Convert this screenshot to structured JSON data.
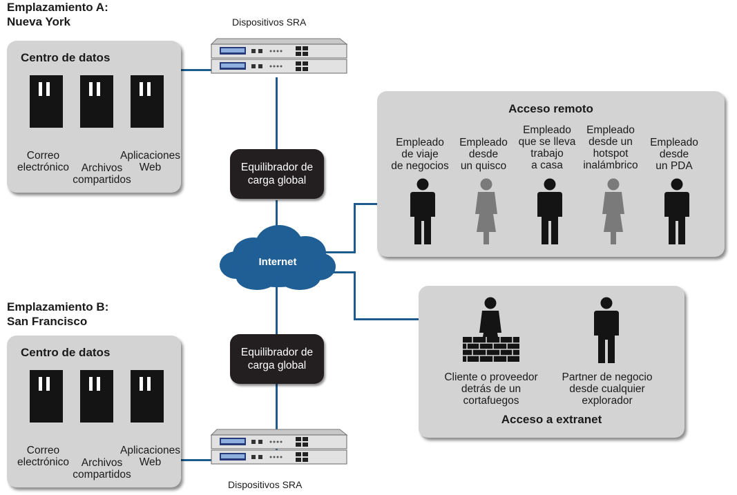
{
  "site_a": {
    "title_line1": "Emplazamiento A:",
    "title_line2": "Nueva York",
    "panel_title": "Centro de datos",
    "servers": [
      {
        "lines": [
          "Correo",
          "electrónico"
        ]
      },
      {
        "lines": [
          "Archivos",
          "compartidos"
        ]
      },
      {
        "lines": [
          "Aplicaciones",
          "Web"
        ]
      }
    ]
  },
  "site_b": {
    "title_line1": "Emplazamiento B:",
    "title_line2": "San Francisco",
    "panel_title": "Centro de datos",
    "servers": [
      {
        "lines": [
          "Correo",
          "electrónico"
        ]
      },
      {
        "lines": [
          "Archivos",
          "compartidos"
        ]
      },
      {
        "lines": [
          "Aplicaciones",
          "Web"
        ]
      }
    ]
  },
  "devices_top": "Dispositivos SRA",
  "devices_bottom": "Dispositivos SRA",
  "lb_top": [
    "Equilibrador de",
    "carga global"
  ],
  "lb_bottom": [
    "Equilibrador de",
    "carga global"
  ],
  "internet": "Internet",
  "remote": {
    "title": "Acceso remoto",
    "people": [
      {
        "lines": [
          "Empleado",
          "de viaje",
          "de negocios"
        ]
      },
      {
        "lines": [
          "Empleado",
          "desde",
          "un quisco"
        ]
      },
      {
        "lines": [
          "Empleado",
          "que se lleva",
          "trabajo",
          "a casa"
        ]
      },
      {
        "lines": [
          "Empleado",
          "desde un",
          "hotspot",
          "inalámbrico"
        ]
      },
      {
        "lines": [
          "Empleado",
          "desde",
          "un PDA"
        ]
      }
    ]
  },
  "extranet": {
    "title": "Acceso a extranet",
    "people": [
      {
        "lines": [
          "Cliente o proveedor",
          "detrás de un",
          "cortafuegos"
        ]
      },
      {
        "lines": [
          "Partner de negocio",
          "desde cualquier",
          "explorador"
        ]
      }
    ]
  },
  "colors": {
    "panel": "#d3d3d3",
    "link": "#1e5a8e",
    "cloud": "#1f5f96",
    "dark": "#231f20",
    "grey_person": "#7a7a7a"
  }
}
